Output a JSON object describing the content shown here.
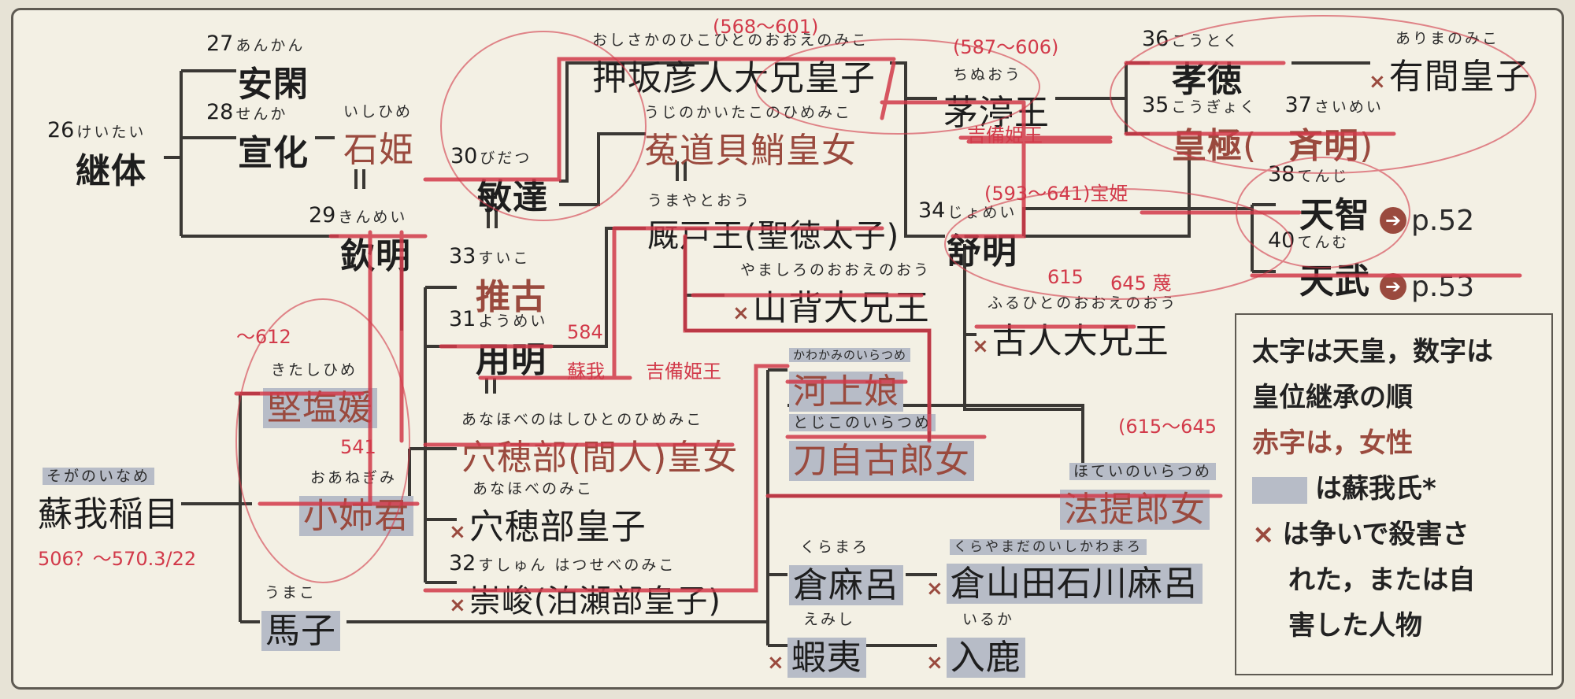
{
  "people": {
    "ankan": {
      "num": "27",
      "ruby": "あんかん",
      "name": "安閑"
    },
    "senka": {
      "num": "28",
      "ruby": "せんか",
      "name": "宣化"
    },
    "keitai": {
      "num": "26",
      "ruby": "けいたい",
      "name": "継体"
    },
    "ishihime": {
      "ruby": "いしひめ",
      "name": "石姫"
    },
    "kinmei": {
      "num": "29",
      "ruby": "きんめい",
      "name": "欽明"
    },
    "bidatsu": {
      "num": "30",
      "ruby": "びだつ",
      "name": "敏達"
    },
    "suiko": {
      "num": "33",
      "ruby": "すいこ",
      "name": "推古"
    },
    "yomei": {
      "num": "31",
      "ruby": "ようめい",
      "name": "用明"
    },
    "kitashihime": {
      "ruby": "きたしひめ",
      "name": "堅塩媛"
    },
    "oanegimi": {
      "ruby": "おあねぎみ",
      "name": "小姉君"
    },
    "iname": {
      "ruby": "そがのいなめ",
      "name": "蘇我稲目"
    },
    "umako": {
      "ruby": "うまこ",
      "name": "馬子"
    },
    "oshisaka": {
      "ruby": "おしさかのひこひとのおおえのみこ",
      "name": "押坂彦人大兄皇子"
    },
    "uji": {
      "ruby": "うじのかいたこのひめみこ",
      "name": "菟道貝鮹皇女"
    },
    "umayado": {
      "ruby": "うまやとおう",
      "name": "厩戸王(聖徳太子)"
    },
    "yamashiro": {
      "ruby": "やましろのおおえのおう",
      "name": "山背大兄王"
    },
    "kawakami": {
      "ruby": "かわかみのいらつめ",
      "name": "河上娘"
    },
    "tojiko": {
      "ruby": "とじこのいらつめ",
      "name": "刀自古郎女"
    },
    "anahobe_hime": {
      "ruby": "あなほべのはしひとのひめみこ",
      "name": "穴穂部(間人)皇女"
    },
    "anahobe_miko": {
      "ruby": "あなほべのみこ",
      "name": "穴穂部皇子"
    },
    "sushun": {
      "num": "32",
      "ruby": "すしゅん はつせべのみこ",
      "name": "崇峻(泊瀬部皇子)"
    },
    "chinu": {
      "ruby": "ちぬおう",
      "name": "茅渟王"
    },
    "jomei": {
      "num": "34",
      "ruby": "じょめい",
      "name": "舒明"
    },
    "furuhito": {
      "ruby": "ふるひとのおおえのおう",
      "name": "古人大兄王"
    },
    "hotei": {
      "ruby": "ほていのいらつめ",
      "name": "法提郎女"
    },
    "kotoku": {
      "num": "36",
      "ruby": "こうとく",
      "name": "孝徳"
    },
    "arima": {
      "ruby": "ありまのみこ",
      "name": "有間皇子"
    },
    "kogyoku": {
      "num": "35",
      "ruby": "こうぎょく",
      "name": "皇極"
    },
    "saimei_num": "37",
    "saimei": {
      "ruby": "さいめい",
      "name": "斉明"
    },
    "tenji": {
      "num": "38",
      "ruby": "てんじ",
      "name": "天智",
      "page": "p.52"
    },
    "tenmu": {
      "num": "40",
      "ruby": "てんむ",
      "name": "天武",
      "page": "p.53"
    },
    "kuramaro": {
      "ruby": "くらまろ",
      "name": "倉麻呂"
    },
    "ishikawa": {
      "ruby": "くらやまだのいしかわまろ",
      "name": "倉山田石川麻呂"
    },
    "emishi": {
      "ruby": "えみし",
      "name": "蝦夷"
    },
    "iruka": {
      "ruby": "いるか",
      "name": "入鹿"
    }
  },
  "symbols": {
    "kill_mark": "×",
    "arrow": "➔",
    "paren_open": "(",
    "paren_close": ")",
    "marriage": "‖"
  },
  "legend": {
    "line1": "太字は天皇，数字は",
    "line2": "皇位継承の順",
    "line3": "赤字は，女性",
    "line4": "は蘇我氏*",
    "line5": "は争いで殺害さ",
    "line6": "れた，または自",
    "line7": "害した人物"
  },
  "handwriting": {
    "n1": "(568〜601)",
    "n2": "(587〜606)",
    "n3": "吉備姫王",
    "n4": "(593〜641)宝姫",
    "n5": "615",
    "n6": "645 蔑",
    "n7": "(615〜645",
    "n8": "〜612",
    "n9": "584",
    "n10": "蘇我",
    "n11": "吉備姫王",
    "n12": "541",
    "n13": "506？〜570.3/22"
  },
  "colors": {
    "female": "#9a4a3e",
    "soga": "#b7bcc7",
    "ink": "#1e1e1e",
    "pen": "#d23a4a",
    "line": "#3a3834"
  }
}
